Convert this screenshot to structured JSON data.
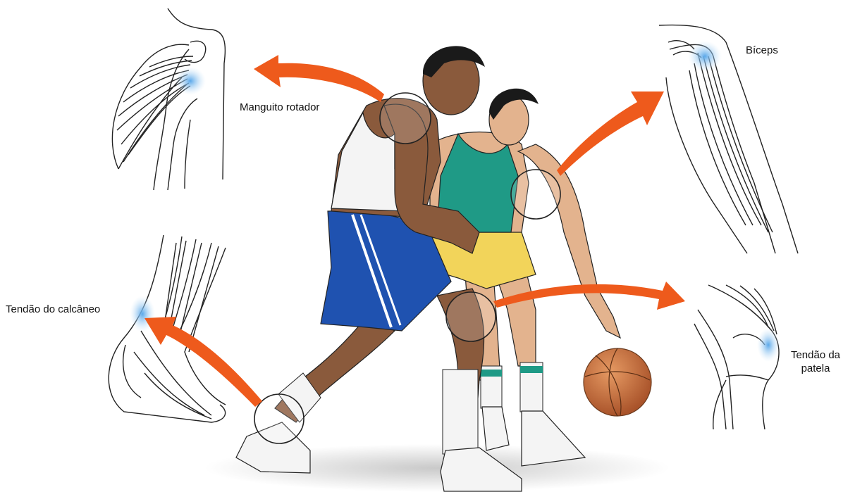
{
  "labels": {
    "rotator_cuff": "Manguito rotador",
    "biceps": "Bíceps",
    "achilles": "Tendão do calcâneo",
    "patellar_line1": "Tendão da",
    "patellar_line2": "patela"
  },
  "colors": {
    "arrow": "#ee5a1c",
    "skin_dark": "#8a5a3c",
    "skin_light": "#e3b38e",
    "jersey_white": "#f4f4f4",
    "shorts_blue": "#1f52b0",
    "jersey_teal": "#1f9a86",
    "shorts_yellow": "#f2d45a",
    "ball": "#c9713a",
    "tendon_highlight": "#79b7e8",
    "outline": "#222222",
    "floor_shadow": "#cfcfcf"
  }
}
